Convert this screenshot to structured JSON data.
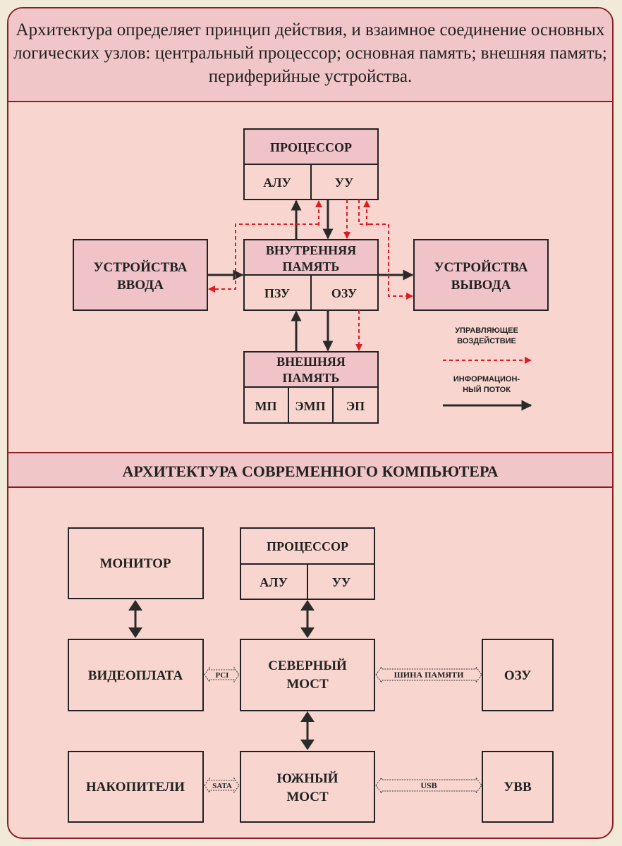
{
  "intro_text": "Архитектура определяет принцип действия, и взаимное соединение основных логических узлов: центральный процессор; основная память; внешняя память; периферийные устройства.",
  "section_title": "АРХИТЕКТУРА СОВРЕМЕННОГО КОМПЬЮТЕРА",
  "diagram1": {
    "processor": "ПРОЦЕССОР",
    "alu": "АЛУ",
    "cu": "УУ",
    "internal_memory": [
      "ВНУТРЕННЯЯ",
      "ПАМЯТЬ"
    ],
    "rom": "ПЗУ",
    "ram": "ОЗУ",
    "input_devices": [
      "УСТРОЙСТВА",
      "ВВОДА"
    ],
    "output_devices": [
      "УСТРОЙСТВА",
      "ВЫВОДА"
    ],
    "external_memory": [
      "ВНЕШНЯЯ",
      "ПАМЯТЬ"
    ],
    "mp": "МП",
    "emp": "ЭМП",
    "ep": "ЭП"
  },
  "legend": {
    "control": [
      "УПРАВЛЯЮЩЕЕ",
      "ВОЗДЕЙСТВИЕ"
    ],
    "info": [
      "ИНФОРМАЦИОН-",
      "НЫЙ ПОТОК"
    ]
  },
  "diagram2": {
    "monitor": "МОНИТОР",
    "processor": "ПРОЦЕССОР",
    "alu": "АЛУ",
    "cu": "УУ",
    "videocard": "ВИДЕОПЛАТА",
    "north_bridge": [
      "СЕВЕРНЫЙ",
      "МОСТ"
    ],
    "ram": "ОЗУ",
    "storage": "НАКОПИТЕЛИ",
    "south_bridge": [
      "ЮЖНЫЙ",
      "МОСТ"
    ],
    "io": "УВВ",
    "pci": "PCI",
    "memory_bus": "ШИНА ПАМЯТИ",
    "sata": "SATA",
    "usb": "USB"
  },
  "colors": {
    "border": "#8b1e24",
    "box_fill_dark": "#efc3c7",
    "box_fill_light": "#f8d6cf",
    "info_arrow": "#2a2a2a",
    "control_arrow": "#e01b24"
  }
}
